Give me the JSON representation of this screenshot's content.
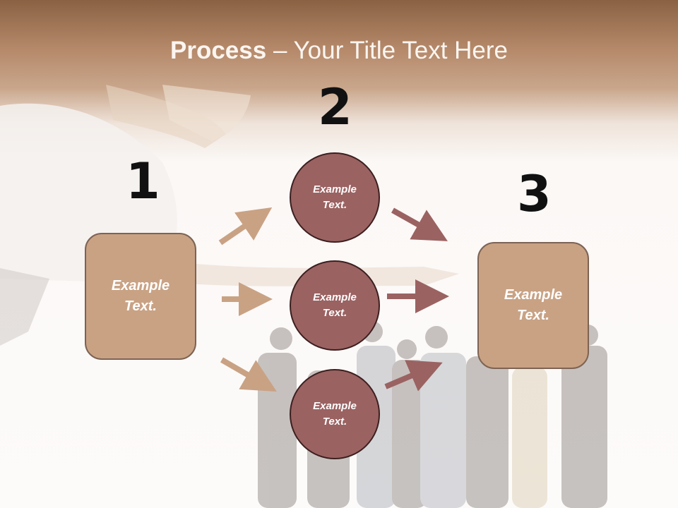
{
  "title": {
    "bold": "Process",
    "rest": " – Your Title Text Here"
  },
  "steps": {
    "step1": {
      "number": "1",
      "text": "Example\nText."
    },
    "step2": {
      "number": "2"
    },
    "step3": {
      "number": "3",
      "text": "Example\nText."
    }
  },
  "circles": [
    {
      "text": "Example\nText."
    },
    {
      "text": "Example\nText."
    },
    {
      "text": "Example\nText."
    }
  ],
  "colors": {
    "header_dark": "#8a6243",
    "box_fill": "#c9a284",
    "box_border": "#7d6353",
    "circle_fill": "#9b6262",
    "circle_border": "#3c1f1f",
    "arrow_left": "#c9a284",
    "arrow_right": "#9b6262"
  }
}
